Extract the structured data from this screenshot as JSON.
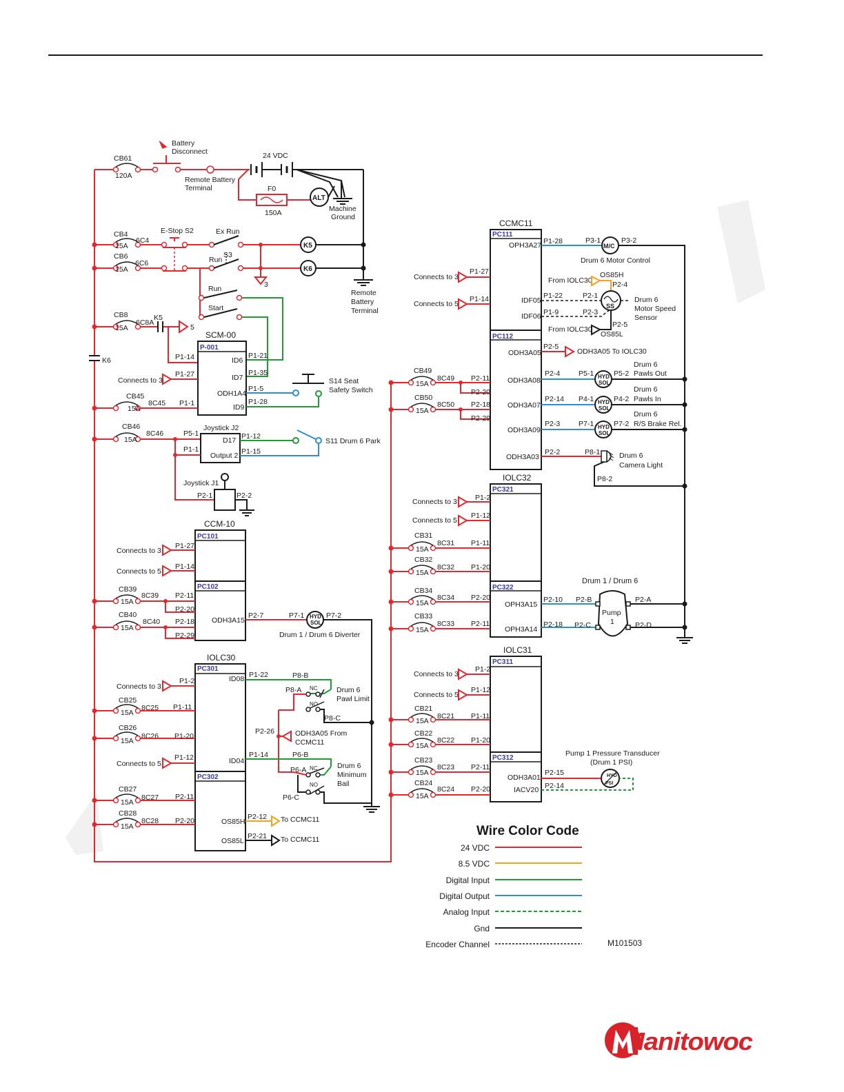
{
  "colors": {
    "v24": "#e0282e",
    "v85": "#f2a21c",
    "digital_input": "#1f9a35",
    "digital_output": "#2c8fd0",
    "ground": "#1a1a1a",
    "pc_label": "#3a3aa8",
    "watermark": "#e8e8e8",
    "brand": "#d8232a"
  },
  "battery": {
    "cb61": "CB61",
    "cb61_rating": "120A",
    "disconnect_l1": "Battery",
    "disconnect_l2": "Disconnect",
    "remote_l1": "Remote Battery",
    "remote_l2": "Terminal",
    "voltage": "24 VDC",
    "fuse": "F0",
    "fuse_rating": "150A",
    "alt": "ALT",
    "ground_l1": "Machine",
    "ground_l2": "Ground"
  },
  "estop": {
    "cb4": "CB4",
    "cb4_rating": "15A",
    "cb4_wire": "6C4",
    "cb6": "CB6",
    "cb6_rating": "15A",
    "cb6_wire": "6C6",
    "estop": "E-Stop S2",
    "ex_run": "Ex Run",
    "run": "Run",
    "s3": "S3",
    "k5": "K5",
    "k6": "K6",
    "conn3": "3",
    "remote_l1": "Remote",
    "remote_l2": "Battery",
    "remote_l3": "Terminal",
    "run2": "Run",
    "start": "Start"
  },
  "k6_label": "K6",
  "cb8": {
    "name": "CB8",
    "rating": "15A",
    "wire": "6C8A",
    "relay": "K5",
    "conn": "5"
  },
  "scm": {
    "title": "SCM-00",
    "pc": "P-001",
    "id6": "ID6",
    "id7": "ID7",
    "odh": "ODH1A4",
    "id9": "ID9",
    "p114": "P1-14",
    "p121": "P1-21",
    "p127": "P1-27",
    "p135": "P1-35",
    "p15": "P1-5",
    "p11": "P1-1",
    "p128": "P1-28",
    "connects3": "Connects to 3",
    "cb45": "CB45",
    "cb45_rating": "15A",
    "cb45_wire": "8C45",
    "s14_l1": "S14 Seat",
    "s14_l2": "Safety Switch"
  },
  "joystick": {
    "cb46": "CB46",
    "cb46_rating": "15A",
    "cb46_wire": "8C46",
    "j2": "Joystick J2",
    "d17": "D17",
    "out2": "Output 2",
    "p51": "P5-1",
    "p11": "P1-1",
    "p112": "P1-12",
    "p115": "P1-15",
    "s11": "S11 Drum 6 Park",
    "j1": "Joystick J1",
    "p21": "P2-1",
    "p22": "P2-2"
  },
  "ccm10": {
    "title": "CCM-10",
    "pc101": "PC101",
    "pc102": "PC102",
    "connects3": "Connects to 3",
    "connects5": "Connects to 5",
    "p127": "P1-27",
    "p114": "P1-14",
    "cb39": "CB39",
    "cb39_rating": "15A",
    "cb39_wire": "8C39",
    "cb40": "CB40",
    "cb40_rating": "15A",
    "cb40_wire": "8C40",
    "p211": "P2-11",
    "p220": "P2-20",
    "p218": "P2-18",
    "p229": "P2-29",
    "odh": "ODH3A15",
    "p27": "P2-7",
    "p71": "P7-1",
    "p72": "P7-2",
    "diverter": "Drum 1 / Drum 6 Diverter",
    "hyd": "HYD",
    "sol": "SOL"
  },
  "iolc30": {
    "title": "IOLC30",
    "pc301": "PC301",
    "pc302": "PC302",
    "connects3": "Connects to 3",
    "connects5": "Connects to 5",
    "p12": "P1-2",
    "p111": "P1-11",
    "p120": "P1-20",
    "p112": "P1-12",
    "p211": "P2-11",
    "p220": "P2-20",
    "cb25": "CB25",
    "cb25_rating": "15A",
    "cb25_wire": "8C25",
    "cb26": "CB26",
    "cb26_rating": "15A",
    "cb26_wire": "8C26",
    "cb27": "CB27",
    "cb27_rating": "15A",
    "cb27_wire": "8C27",
    "cb28": "CB28",
    "cb28_rating": "15A",
    "cb28_wire": "8C28",
    "id08": "ID08",
    "id04": "ID04",
    "os85h": "OS85H",
    "os85l": "OS85L",
    "p122": "P1-22",
    "p114": "P1-14",
    "p212": "P2-12",
    "p221": "P2-21",
    "to_ccmc": "To CCMC11",
    "p8b": "P8-B",
    "p8a": "P8-A",
    "p8c": "P8-C",
    "p6b": "P6-B",
    "p6a": "P6-A",
    "p6c": "P6-C",
    "nc": "NC",
    "no": "NO",
    "pawl_l1": "Drum 6",
    "pawl_l2": "Pawl Limit",
    "bail_l1": "Drum 6",
    "bail_l2": "Minimum",
    "bail_l3": "Bail",
    "p226": "P2-26",
    "from_l1": "ODH3A05 From",
    "from_l2": "CCMC11"
  },
  "ccmc11": {
    "title": "CCMC11",
    "pc111": "PC111",
    "pc112": "PC112",
    "oph3a27": "OPH3A27",
    "idf05": "IDF05",
    "idf06": "IDF06",
    "odh3a05": "ODH3A05",
    "odh3a08": "ODH3A08",
    "odh3a07": "ODH3A07",
    "odh3a09": "ODH3A09",
    "odh3a03": "ODH3A03",
    "p128": "P1-28",
    "p127": "P1-27",
    "p114": "P1-14",
    "p122": "P1-22",
    "p19": "P1-9",
    "connects3": "Connects to 3",
    "connects5": "Connects to 5",
    "p31": "P3-1",
    "p32": "P3-2",
    "mc": "M/C",
    "motor_ctrl": "Drum 6 Motor Control",
    "from_iolc30": "From IOLC30",
    "os85h": "OS85H",
    "os85l": "OS85L",
    "p24": "P2-4",
    "p21": "P2-1",
    "p23": "P2-3",
    "p25": "P2-5",
    "ss": "SS",
    "sensor_l1": "Drum 6",
    "sensor_l2": "Motor Speed",
    "sensor_l3": "Sensor",
    "p25b": "P2-5",
    "to_iolc30": "ODH3A05 To IOLC30",
    "cb49": "CB49",
    "cb49_rating": "15A",
    "cb49_wire": "8C49",
    "cb50": "CB50",
    "cb50_rating": "15A",
    "cb50_wire": "8C50",
    "p211": "P2-11",
    "p220": "P2-20",
    "p218": "P2-18",
    "p229": "P2-29",
    "p24b": "P2-4",
    "p214": "P2-14",
    "p23b": "P2-3",
    "p22": "P2-2",
    "p51": "P5-1",
    "p52": "P5-2",
    "p41": "P4-1",
    "p42": "P4-2",
    "p71": "P7-1",
    "p72": "P7-2",
    "p81": "P8-1",
    "p82": "P8-2",
    "hyd": "HYD",
    "sol": "SOL",
    "pawls_out_l1": "Drum 6",
    "pawls_out_l2": "Pawls Out",
    "pawls_in_l1": "Drum 6",
    "pawls_in_l2": "Pawls In",
    "brake_l1": "Drum 6",
    "brake_l2": "R/S Brake Rel.",
    "camera_l1": "Drum 6",
    "camera_l2": "Camera Light"
  },
  "iolc32": {
    "title": "IOLC32",
    "pc321": "PC321",
    "pc322": "PC322",
    "connects3": "Connects to 3",
    "connects5": "Connects to 5",
    "p12": "P1-2",
    "p112": "P1-12",
    "p111": "P1-11",
    "p120": "P1-20",
    "p220": "P2-20",
    "p211": "P2-11",
    "cb31": "CB31",
    "cb31_rating": "15A",
    "cb31_wire": "8C31",
    "cb32": "CB32",
    "cb32_rating": "15A",
    "cb32_wire": "8C32",
    "cb34": "CB34",
    "cb34_rating": "15A",
    "cb34_wire": "8C34",
    "cb33": "CB33",
    "cb33_rating": "15A",
    "cb33_wire": "8C33",
    "oph3a15": "OPH3A15",
    "oph3a14": "OPH3A14",
    "p210": "P2-10",
    "p218": "P2-18",
    "p2b": "P2-B",
    "p2c": "P2-C",
    "p2a": "P2-A",
    "p2d": "P2-D",
    "pump_title": "Drum 1 / Drum 6",
    "pump": "Pump",
    "pump_no": "1"
  },
  "iolc31": {
    "title": "IOLC31",
    "pc311": "PC311",
    "pc312": "PC312",
    "connects3": "Connects to 3",
    "connects5": "Connects to 5",
    "p12": "P1-2",
    "p112": "P1-12",
    "p111": "P1-11",
    "p120": "P1-20",
    "p211": "P2-11",
    "p220": "P2-20",
    "cb21": "CB21",
    "cb21_rating": "15A",
    "cb21_wire": "8C21",
    "cb22": "CB22",
    "cb22_rating": "15A",
    "cb22_wire": "8C22",
    "cb23": "CB23",
    "cb23_rating": "15A",
    "cb23_wire": "8C23",
    "cb24": "CB24",
    "cb24_rating": "15A",
    "cb24_wire": "8C24",
    "odh3a01": "ODH3A01",
    "iacv20": "IACV20",
    "p215": "P2-15",
    "p214": "P2-14",
    "transducer_l1": "Pump 1 Pressure Transducer",
    "transducer_l2": "(Drum 1 PSI)",
    "hyd": "HYD",
    "psi": "PSI"
  },
  "legend": {
    "title": "Wire Color Code",
    "items": [
      "24 VDC",
      "8.5 VDC",
      "Digital Input",
      "Digital Output",
      "Analog Input",
      "Gnd",
      "Encoder Channel"
    ]
  },
  "ref": "M101503",
  "logo": "Manitowoc"
}
